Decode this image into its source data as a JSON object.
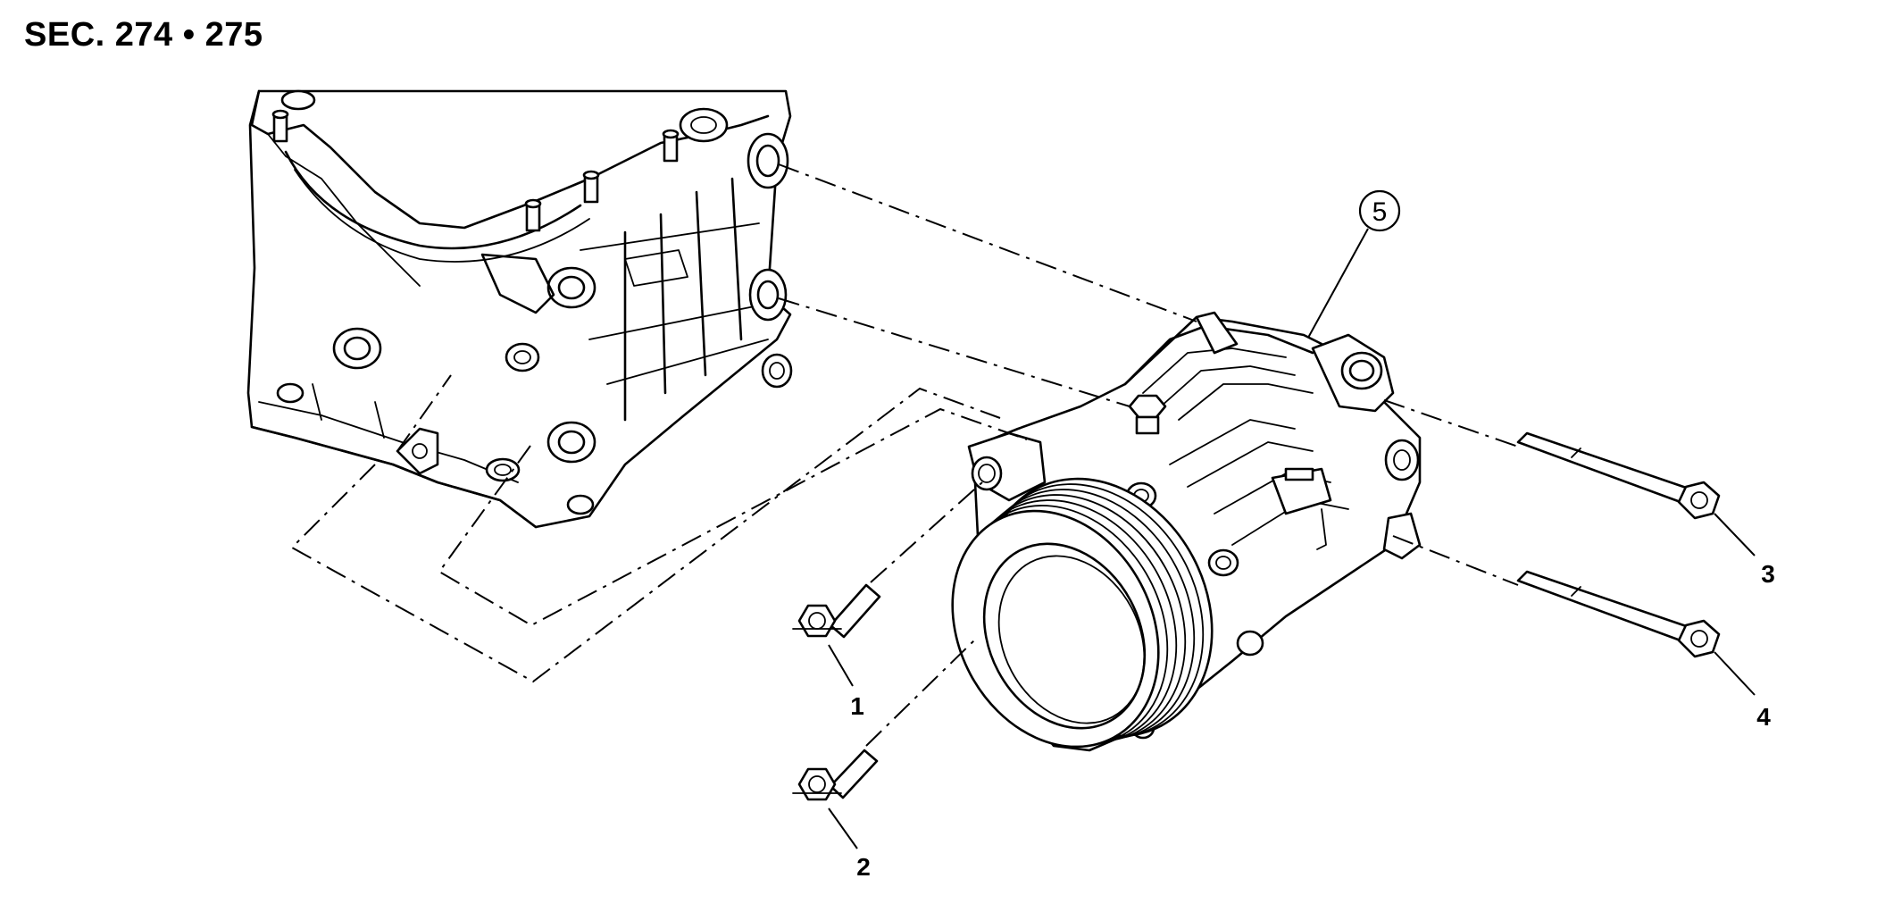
{
  "header": {
    "section_title": "SEC. 274 • 275"
  },
  "callouts": {
    "c1": "1",
    "c2": "2",
    "c3": "3",
    "c4": "4",
    "c5": "5"
  }
}
